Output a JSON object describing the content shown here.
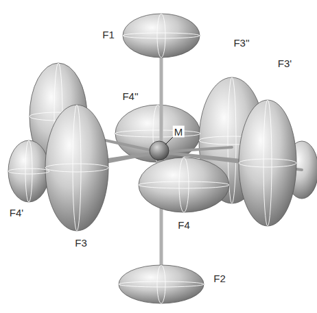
{
  "diagram": {
    "labels": [
      "F1",
      "F3''",
      "F4''",
      "M",
      "F3'",
      "F4'",
      "F3",
      "F4",
      "F2"
    ]
  }
}
